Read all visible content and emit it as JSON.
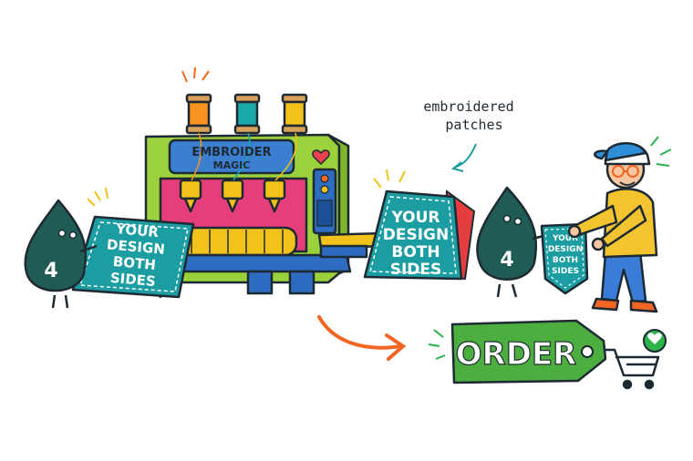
{
  "machine": {
    "label_line1": "EMBROIDER",
    "label_line2": "MAGIC",
    "thread_colors": [
      "#f7931e",
      "#1ba8a8",
      "#f2c21b"
    ],
    "body_color": "#9bd23c",
    "bed_color": "#2d6cc0"
  },
  "patches": {
    "text_lines": [
      "YOUR",
      "DESIGN",
      "BOTH",
      "SIDES"
    ],
    "patch_color": "#1c9da2"
  },
  "mascot": {
    "number": "4",
    "color": "#1f5d54"
  },
  "annotation": {
    "line1": "embroidered",
    "line2": "patches"
  },
  "order": {
    "label": "ORDER",
    "tag_color": "#4cae3f"
  },
  "cart": {
    "icon": "shopping-cart-icon",
    "badge_icon": "heart-icon",
    "badge_color": "#2bb24c"
  },
  "colors": {
    "outline": "#1e2a33",
    "arrow_orange": "#f26522",
    "person_hoodie": "#f4c430",
    "person_pants": "#3a7dd8"
  }
}
